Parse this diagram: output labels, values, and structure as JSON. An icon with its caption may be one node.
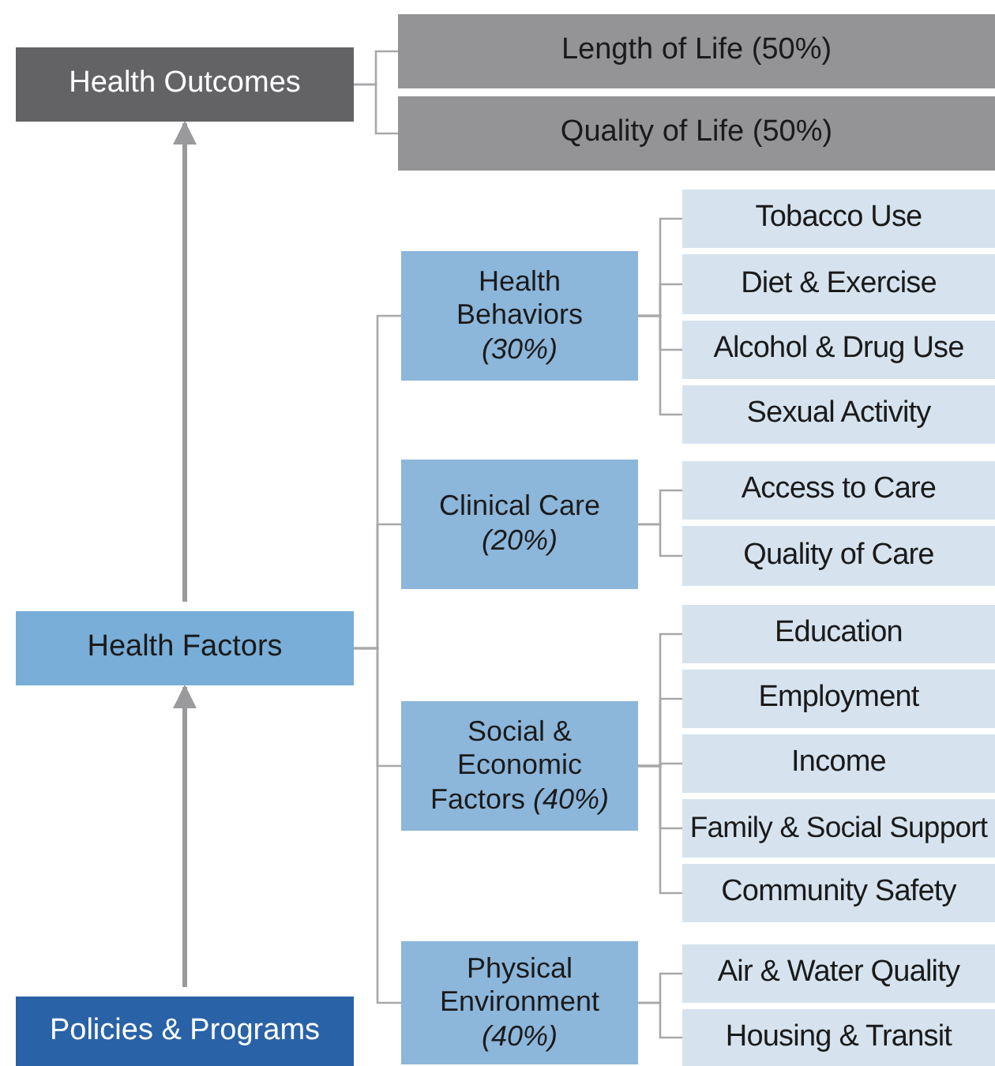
{
  "diagram": {
    "nodes": [
      {
        "text": [
          "Health Outcomes"
        ]
      },
      {
        "text": [
          "Length of Life (50%)"
        ]
      },
      {
        "text": [
          "Quality of Life (50%)"
        ]
      },
      {
        "text": [
          "Health Factors"
        ]
      },
      {
        "text": [
          "Health Behaviors",
          "(30%)"
        ]
      },
      {
        "text": [
          "Tobacco Use"
        ]
      },
      {
        "text": [
          "Diet & Exercise"
        ]
      },
      {
        "text": [
          "Alcohol & Drug Use"
        ]
      },
      {
        "text": [
          "Sexual Activity"
        ]
      },
      {
        "text": [
          "Clinical Care",
          "(20%)"
        ]
      },
      {
        "text": [
          "Access to Care"
        ]
      },
      {
        "text": [
          "Quality of Care"
        ]
      },
      {
        "text": [
          "Social & Economic Factors *(40%)*"
        ]
      },
      {
        "text": [
          "Education"
        ]
      },
      {
        "text": [
          "Employment"
        ]
      },
      {
        "text": [
          "Income"
        ]
      },
      {
        "text": [
          "Family & Social Support"
        ]
      },
      {
        "text": [
          "Community Safety"
        ]
      },
      {
        "text": [
          "Physical Environment",
          "(40%)"
        ]
      },
      {
        "text": [
          "Air & Water Quality"
        ]
      },
      {
        "text": [
          "Housing & Transit"
        ]
      },
      {
        "text": [
          "Policies & Programs"
        ]
      }
    ],
    "edges": [
      {
        "from": 0,
        "to": 1,
        "arrow": "none"
      },
      {
        "from": 0,
        "to": 2,
        "arrow": "none"
      },
      {
        "from": 3,
        "to": 0,
        "arrow": "to",
        "style": "thick"
      },
      {
        "from": 21,
        "to": 3,
        "arrow": "to",
        "style": "thick"
      },
      {
        "from": 3,
        "to": 4,
        "arrow": "none"
      },
      {
        "from": 3,
        "to": 9,
        "arrow": "none"
      },
      {
        "from": 3,
        "to": 12,
        "arrow": "none"
      },
      {
        "from": 3,
        "to": 18,
        "arrow": "none"
      },
      {
        "from": 4,
        "to": 5,
        "arrow": "none"
      },
      {
        "from": 4,
        "to": 6,
        "arrow": "none"
      },
      {
        "from": 4,
        "to": 7,
        "arrow": "none"
      },
      {
        "from": 4,
        "to": 8,
        "arrow": "none"
      },
      {
        "from": 9,
        "to": 10,
        "arrow": "none"
      },
      {
        "from": 9,
        "to": 11,
        "arrow": "none"
      },
      {
        "from": 12,
        "to": 13,
        "arrow": "none"
      },
      {
        "from": 12,
        "to": 14,
        "arrow": "none"
      },
      {
        "from": 12,
        "to": 15,
        "arrow": "none"
      },
      {
        "from": 12,
        "to": 16,
        "arrow": "none"
      },
      {
        "from": 12,
        "to": 17,
        "arrow": "none"
      },
      {
        "from": 18,
        "to": 19,
        "arrow": "none"
      },
      {
        "from": 18,
        "to": 20,
        "arrow": "none"
      }
    ]
  }
}
